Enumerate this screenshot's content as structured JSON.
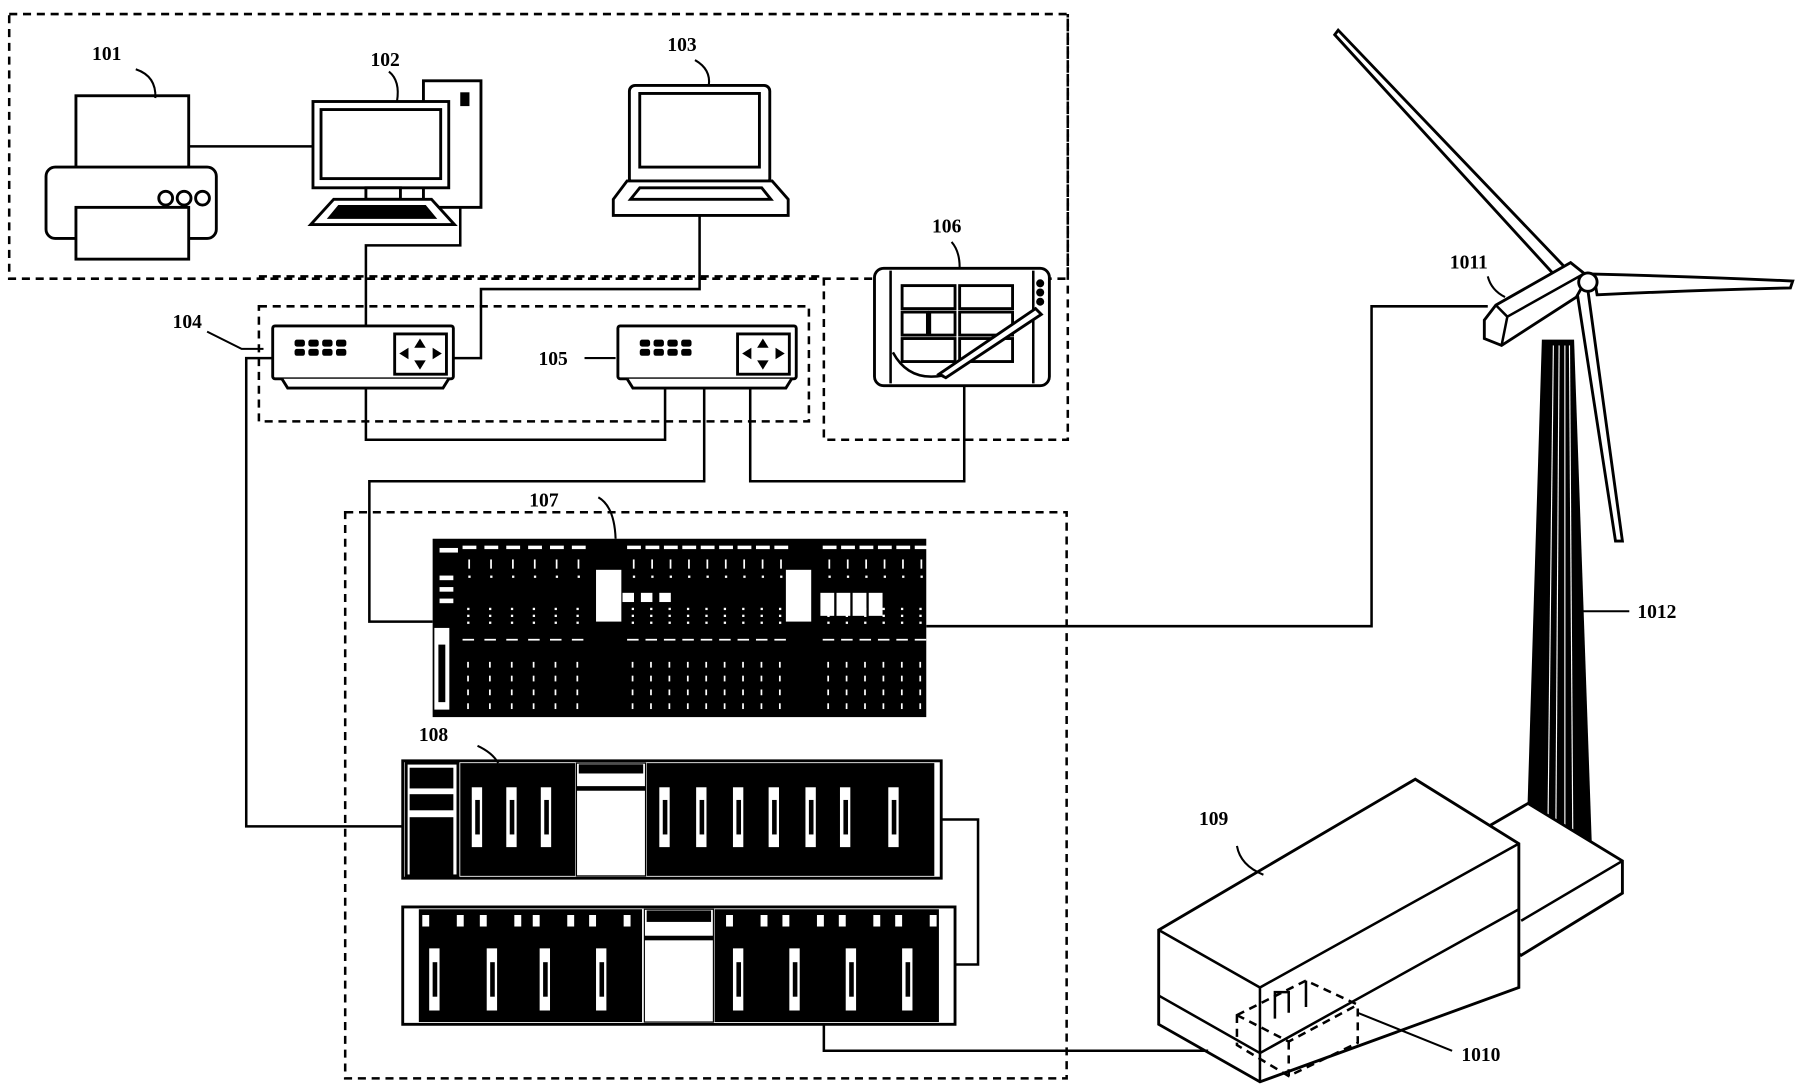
{
  "figure": {
    "type": "system block diagram",
    "subject": "wind turbine monitoring and control network"
  },
  "labels": {
    "printer": "101",
    "desktop_computer": "102",
    "laptop": "103",
    "switch_a": "104",
    "switch_b": "105",
    "tablet": "106",
    "controller_rack": "107",
    "io_rack": "108",
    "ground_cabinet": "109",
    "cabinet_component": "1010",
    "nacelle": "1011",
    "tower": "1012"
  },
  "colors": {
    "ink": "#000000",
    "background": "#ffffff"
  }
}
